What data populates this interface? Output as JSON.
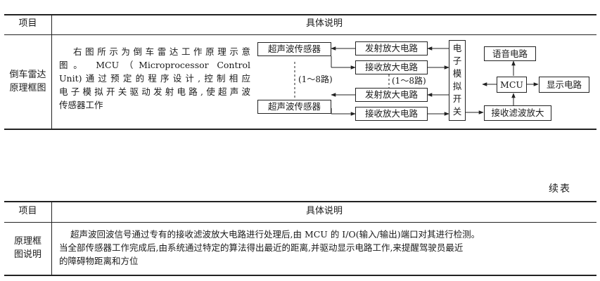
{
  "table1": {
    "header": {
      "col1": "项目",
      "col2": "具体说明"
    },
    "row": {
      "item": [
        "倒车雷达",
        "原理框图"
      ],
      "text": [
        "右图所示为倒车雷达工作原理示意",
        "图。 MCU（Microprocessor Control",
        "Unit)通过预定的程序设计,控制相应",
        "电子模拟开关驱动发射电路,使超声波",
        "传感器工作"
      ]
    }
  },
  "diagram": {
    "sensor1": "超声波传感器",
    "sensor2": "超声波传感器",
    "tx1": "发射放大电路",
    "rx1": "接收放大电路",
    "tx2": "发射放大电路",
    "rx2": "接收放大电路",
    "channels_a": "(1～8路)",
    "channels_b": "(1～8路)",
    "switch": [
      "电",
      "子",
      "模",
      "拟",
      "开",
      "关"
    ],
    "voice": "语音电路",
    "mcu": "MCU",
    "display": "显示电路",
    "filter": "接收滤波放大"
  },
  "continued": "续表",
  "table2": {
    "header": {
      "col1": "项目",
      "col2": "具体说明"
    },
    "row": {
      "item": [
        "原理框",
        "图说明"
      ],
      "text": [
        "超声波回波信号通过专有的接收滤波放大电路进行处理后,由 MCU 的 I/O(输入/输出)端口对其进行检测。",
        "当全部传感器工作完成后,由系统通过特定的算法得出最近的距离,并驱动显示电路工作,来提醒驾驶员最近",
        "的障碍物距离和方位"
      ]
    }
  }
}
